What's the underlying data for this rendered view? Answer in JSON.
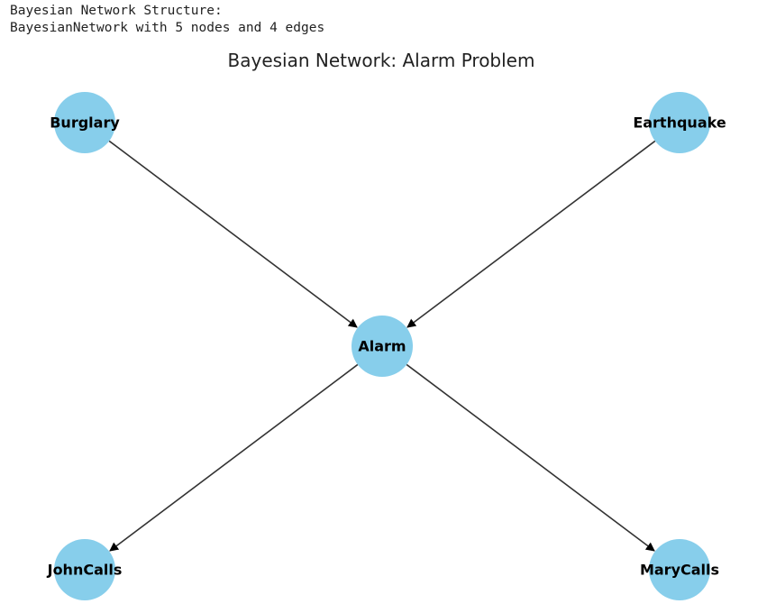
{
  "console_output": {
    "line1": "Bayesian Network Structure:",
    "line2": "BayesianNetwork with 5 nodes and 4 edges"
  },
  "diagram": {
    "title": "Bayesian Network: Alarm Problem",
    "node_color": "#87ceeb",
    "edge_color": "#333333",
    "nodes": [
      {
        "id": "Burglary",
        "label": "Burglary"
      },
      {
        "id": "Earthquake",
        "label": "Earthquake"
      },
      {
        "id": "Alarm",
        "label": "Alarm"
      },
      {
        "id": "JohnCalls",
        "label": "JohnCalls"
      },
      {
        "id": "MaryCalls",
        "label": "MaryCalls"
      }
    ],
    "edges": [
      {
        "from": "Burglary",
        "to": "Alarm"
      },
      {
        "from": "Earthquake",
        "to": "Alarm"
      },
      {
        "from": "Alarm",
        "to": "JohnCalls"
      },
      {
        "from": "Alarm",
        "to": "MaryCalls"
      }
    ]
  }
}
